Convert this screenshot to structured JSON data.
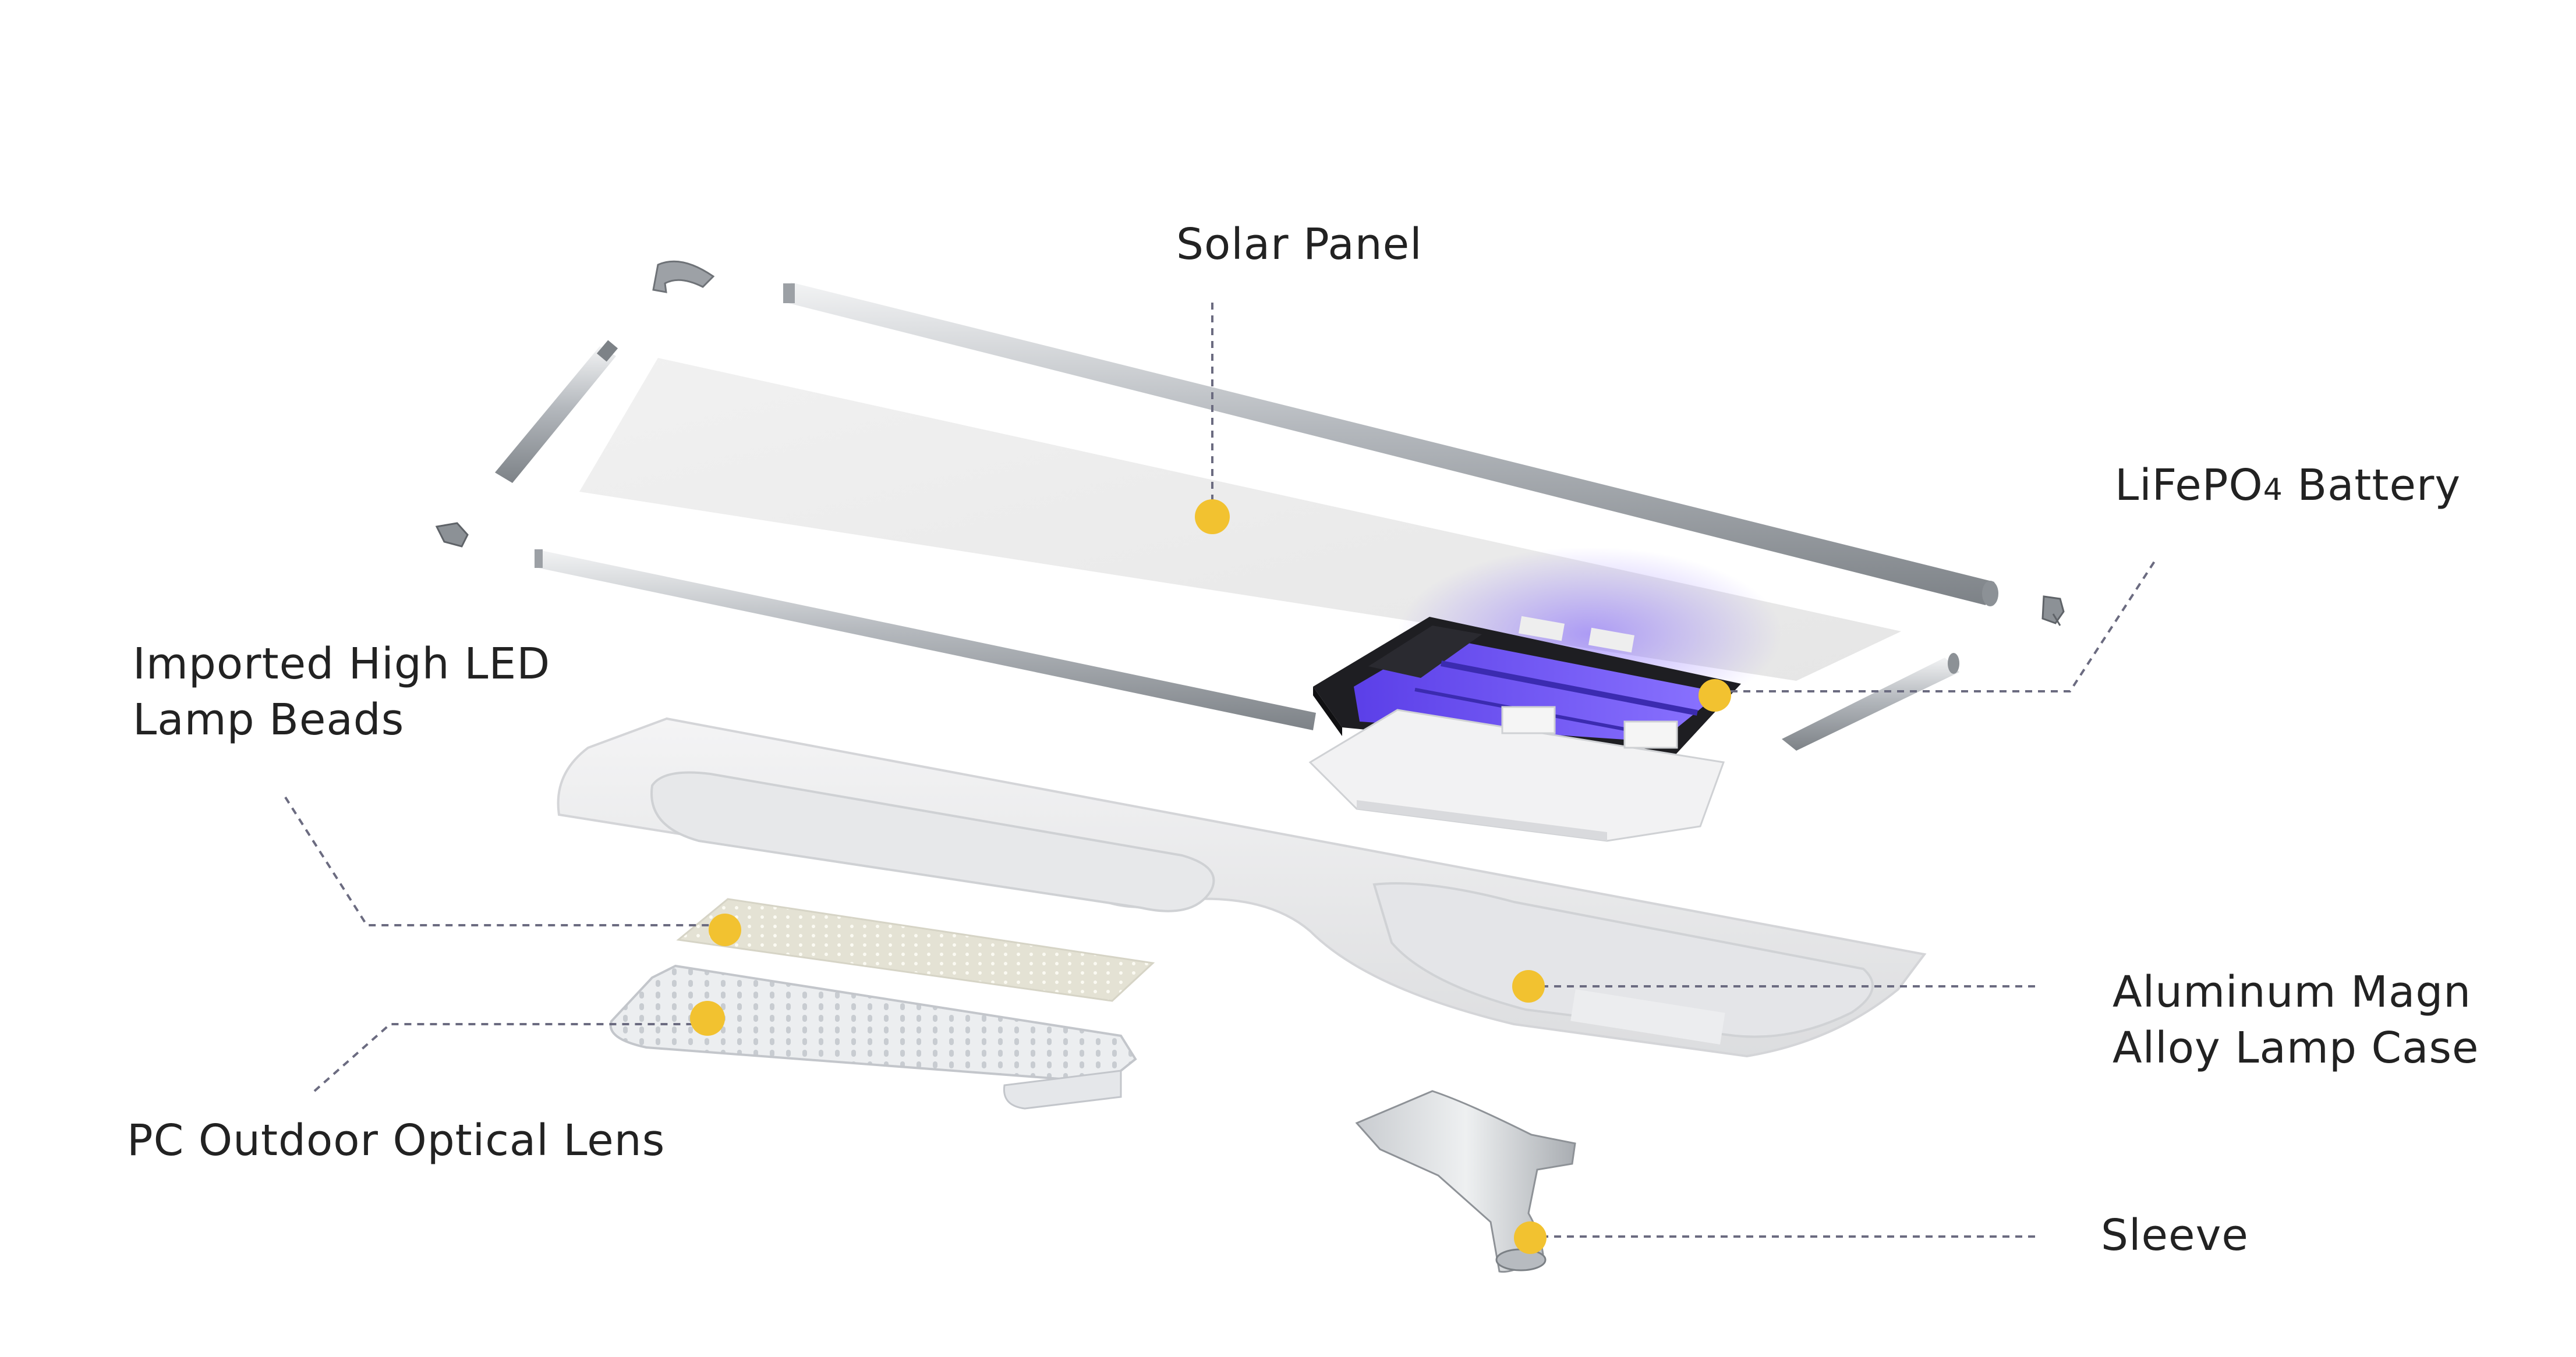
{
  "diagram": {
    "callouts": {
      "solar_panel": {
        "label": "Solar Panel"
      },
      "battery": {
        "label_main": "LiFePO",
        "label_sub": "4",
        "label_tail": " Battery"
      },
      "led_beads": {
        "line1": "Imported High LED",
        "line2": "Lamp Beads"
      },
      "optical_lens": {
        "label": "PC Outdoor Optical Lens"
      },
      "lamp_case": {
        "line1": "Aluminum Magn",
        "line2": "Alloy Lamp Case"
      },
      "sleeve": {
        "label": "Sleeve"
      }
    },
    "colors": {
      "marker": "#F2C230",
      "leader": "#6B6B80",
      "text": "#222222",
      "battery_glow": "#6A4CF0",
      "battery_frame": "#1E1E22",
      "aluminium": "#B9BDC2",
      "panel": "#EDEDED"
    }
  }
}
